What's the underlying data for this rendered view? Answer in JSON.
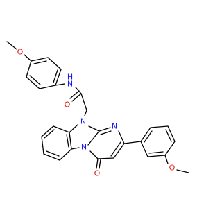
{
  "molecule": {
    "atoms": {
      "o_methoxy_top": {
        "text": "O",
        "color": "#e0140a"
      },
      "n_amide": {
        "text": "N",
        "color": "#1a1aee"
      },
      "h_amide": {
        "text": "H",
        "color": "#1a1aee"
      },
      "o_amide": {
        "text": "O",
        "color": "#e0140a"
      },
      "n_imidazole": {
        "text": "N",
        "color": "#1a1aee"
      },
      "n_pyrimidine": {
        "text": "N",
        "color": "#1a1aee"
      },
      "n_bridgehead": {
        "text": "N",
        "color": "#1a1aee"
      },
      "o_methoxy_right": {
        "text": "O",
        "color": "#e0140a"
      },
      "o_carbonyl": {
        "text": "O",
        "color": "#e0140a"
      }
    }
  }
}
